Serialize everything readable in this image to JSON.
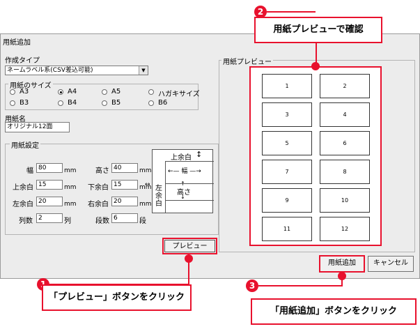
{
  "dialog": {
    "title": "用紙追加",
    "type_label": "作成タイプ",
    "type_value": "ネームラベル系(CSV差込可能)",
    "size_group_label": "用紙のサイズ",
    "sizes": [
      "A3",
      "A4",
      "A5",
      "ハガキサイズ",
      "B3",
      "B4",
      "B5",
      "B6"
    ],
    "selected_size": "A4",
    "name_label": "用紙名",
    "name_value": "オリジナル12面",
    "settings_label": "用紙設定",
    "width_label": "幅",
    "width_value": "80",
    "height_label": "高さ",
    "height_value": "40",
    "top_margin_label": "上余白",
    "top_margin_value": "15",
    "bottom_margin_label": "下余白",
    "bottom_margin_value": "15",
    "left_margin_label": "左余白",
    "left_margin_value": "20",
    "right_margin_label": "右余白",
    "right_margin_value": "20",
    "cols_label": "列数",
    "cols_value": "2",
    "cols_unit": "列",
    "rows_label": "段数",
    "rows_value": "6",
    "rows_unit": "段",
    "unit_mm": "mm",
    "diagram": {
      "top": "上余白",
      "width": "幅",
      "height": "高さ",
      "left": "左余白"
    },
    "preview_group_label": "用紙プレビュー",
    "preview_cells": [
      "1",
      "2",
      "3",
      "4",
      "5",
      "6",
      "7",
      "8",
      "9",
      "10",
      "11",
      "12"
    ],
    "preview_button": "プレビュー",
    "add_button": "用紙追加",
    "cancel_button": "キャンセル"
  },
  "callouts": {
    "one": {
      "num": "1",
      "text": "「プレビュー」ボタンをクリック"
    },
    "two": {
      "num": "2",
      "text": "用紙プレビューで確認"
    },
    "three": {
      "num": "3",
      "text": "「用紙追加」ボタンをクリック"
    }
  },
  "colors": {
    "accent": "#e8112d",
    "dialog_bg": "#ececec"
  }
}
